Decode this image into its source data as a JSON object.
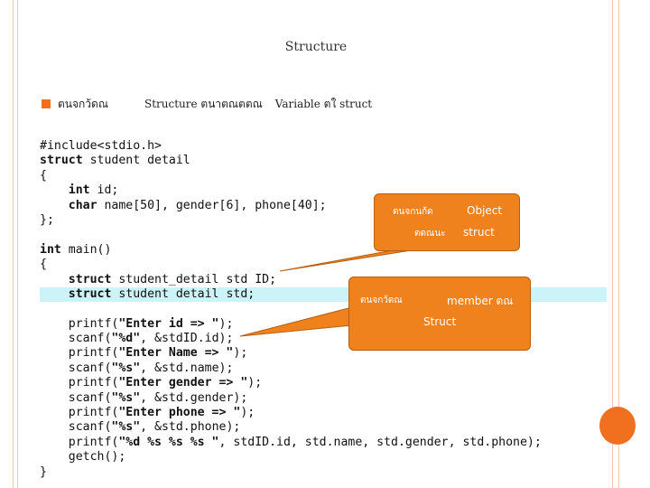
{
  "slide": {
    "title": "Structure",
    "bullet": {
      "part1": "ตนจกว้ดณ",
      "part2": "Structure ตนาตณตตณ",
      "part3": "Variable ตใ struct"
    }
  },
  "code": {
    "lines": [
      "#include<stdio.h>",
      "struct student detail",
      "{",
      "    int id;",
      "    char name[50], gender[6], phone[40];",
      "};",
      "",
      "int main()",
      "{",
      "    struct student_detail std ID;",
      "    struct student detail std;",
      "",
      "    printf(\"Enter id => \");",
      "    scanf(\"%d\", &stdID.id);",
      "    printf(\"Enter Name => \");",
      "    scanf(\"%s\", &std.name);",
      "    printf(\"Enter gender => \");",
      "    scanf(\"%s\", &std.gender);",
      "    printf(\"Enter phone => \");",
      "    scanf(\"%s\", &std.phone);",
      "    printf(\"%d %s %s %s \", stdID.id, std.name, std.gender, std.phone);",
      "    getch();",
      "}"
    ],
    "highlighted_line": 10
  },
  "callouts": {
    "c1": {
      "line1_a": "ตนจกนก้ด",
      "line1_b": "Object",
      "line2_a": "ตดณนะ",
      "line2_b": "struct"
    },
    "c2": {
      "line1_a": "ตนจกว้ดณ",
      "line1_b": "member ตณ",
      "line2": "Struct"
    }
  },
  "colors": {
    "accent": "#f07020",
    "callout": "#f0821e",
    "highlight": "#ccf4f8",
    "frame": "#f0c9b8"
  }
}
